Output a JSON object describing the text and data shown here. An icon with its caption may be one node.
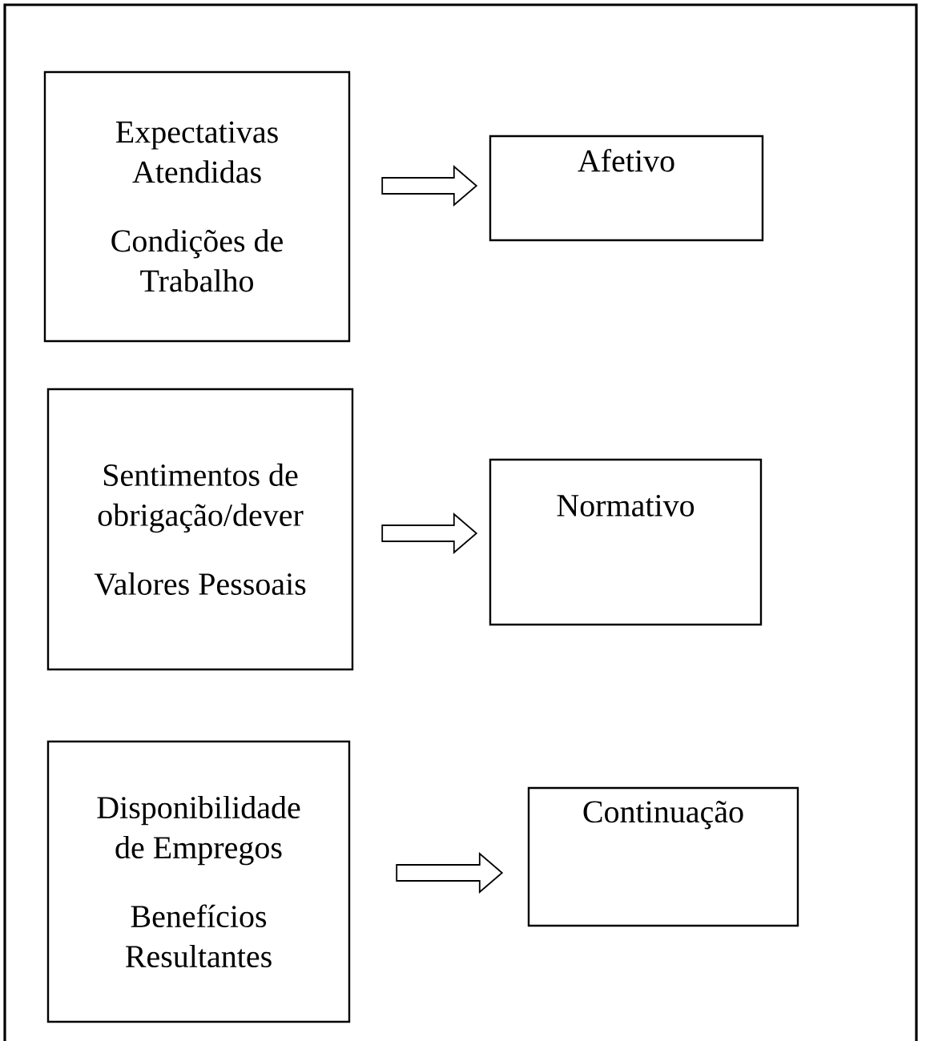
{
  "diagram": {
    "nodes": [
      {
        "text": [
          "Expectativas Atendidas",
          "Condições de Trabalho"
        ]
      },
      {
        "text": [
          "Afetivo"
        ]
      },
      {
        "text": [
          "Sentimentos de obrigação/dever",
          "Valores Pessoais"
        ]
      },
      {
        "text": [
          "Normativo"
        ]
      },
      {
        "text": [
          "Disponibilidade de Empregos",
          "Benefícios Resultantes"
        ]
      },
      {
        "text": [
          "Continuação"
        ]
      }
    ],
    "edges": [
      {
        "from": 0,
        "to": 1,
        "arrow": "to"
      },
      {
        "from": 2,
        "to": 3,
        "arrow": "to"
      },
      {
        "from": 4,
        "to": 5,
        "arrow": "to"
      }
    ]
  }
}
